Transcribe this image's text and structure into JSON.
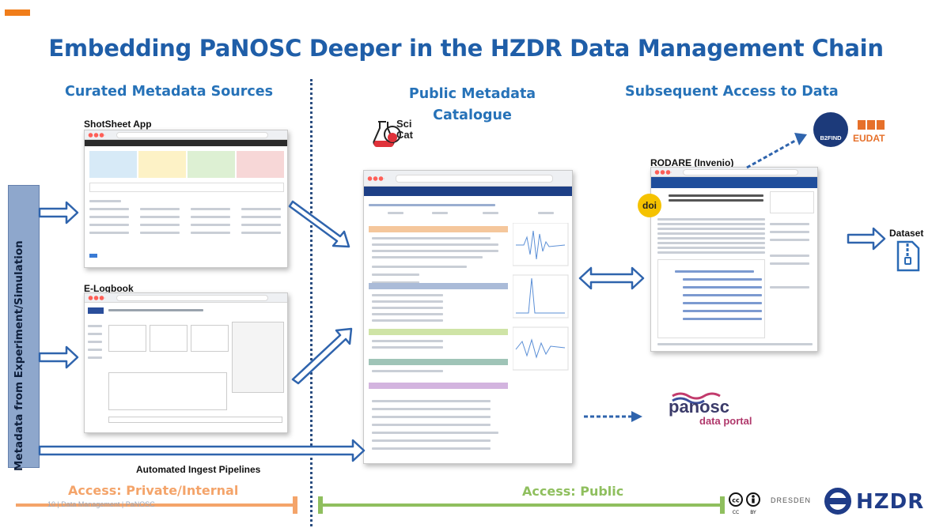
{
  "slide": {
    "title": "Embedding PaNOSC Deeper in the HZDR Data Management Chain",
    "accent_color": "#f07d1a",
    "title_color": "#1f5ea8"
  },
  "sections": {
    "curated": "Curated Metadata Sources",
    "catalogue": "Public Metadata Catalogue",
    "access": "Subsequent Access to Data"
  },
  "sources": {
    "shotsheet": "ShotSheet App",
    "elogbook": "E-Logbook",
    "experiment": "Metadata from Experiment/Simulation",
    "ingest": "Automated Ingest Pipelines"
  },
  "catalogue_logo": {
    "line1": "Sci",
    "line2": "Cat"
  },
  "access_targets": {
    "rodare": "RODARE (Invenio)",
    "doi": "doi",
    "dataset": "Dataset",
    "b2find": "B2FIND",
    "eudat": "EUDAT",
    "panosc_name": "panosc",
    "panosc_sub": "data portal"
  },
  "access_levels": {
    "private": "Access: Private/Internal",
    "public": "Access: Public",
    "private_color": "#f4a46a",
    "public_color": "#8fbf5e"
  },
  "footer": {
    "note": "10  |  Data Management | PaNOSC",
    "dresden": "DRESDEN",
    "hzdr": "HZDR"
  }
}
